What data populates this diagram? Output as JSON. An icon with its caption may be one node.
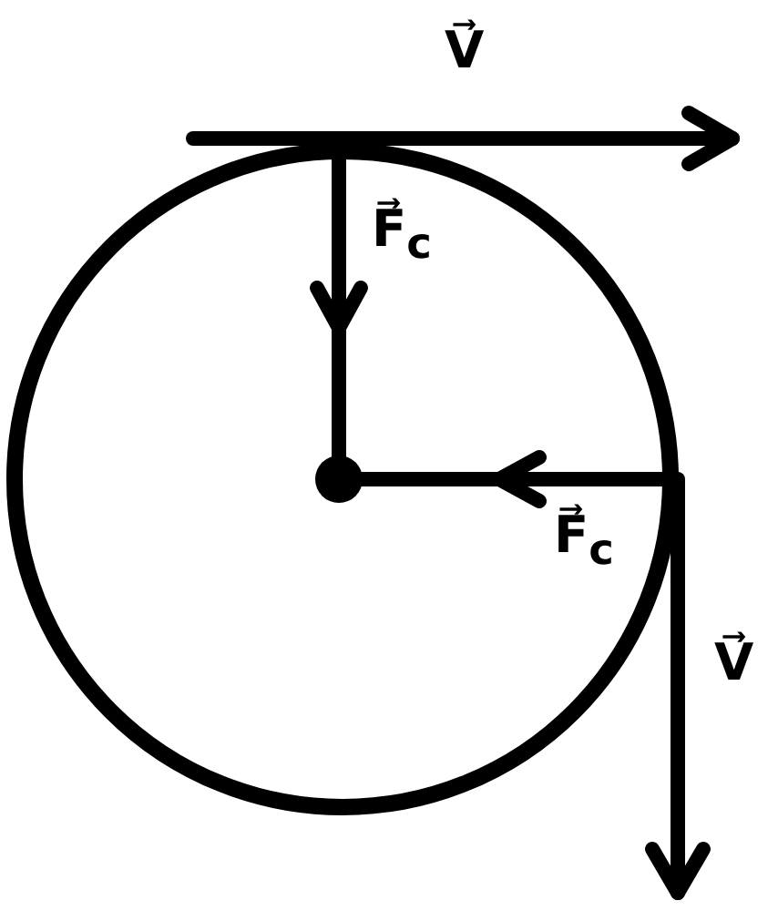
{
  "diagram": {
    "labels": [
      "V⃗",
      "F⃗$_{c}$",
      "F⃗$_{c}$",
      "V⃗"
    ]
  }
}
